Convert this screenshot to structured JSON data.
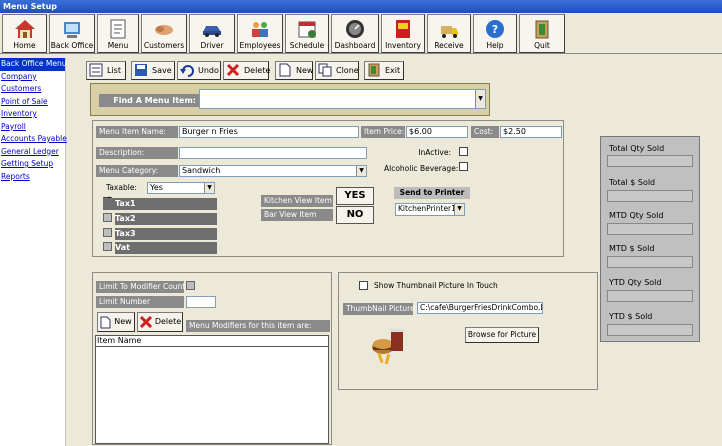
{
  "window": {
    "title": "Menu Setup"
  },
  "toolbar": {
    "buttons": [
      {
        "label": "Home",
        "icon": "home-icon"
      },
      {
        "label": "Back Office",
        "icon": "back-office-icon"
      },
      {
        "label": "Menu",
        "icon": "menu-icon"
      },
      {
        "label": "Customers",
        "icon": "customers-icon"
      },
      {
        "label": "Driver",
        "icon": "driver-icon"
      },
      {
        "label": "Employees",
        "icon": "employees-icon"
      },
      {
        "label": "Schedule",
        "icon": "schedule-icon"
      },
      {
        "label": "Dashboard",
        "icon": "dashboard-icon"
      },
      {
        "label": "Inventory",
        "icon": "inventory-icon"
      },
      {
        "label": "Receive",
        "icon": "receive-icon"
      },
      {
        "label": "Help",
        "icon": "help-icon"
      },
      {
        "label": "Quit",
        "icon": "quit-icon"
      }
    ]
  },
  "sidebar": {
    "items": [
      "Back Office Menu",
      "Company",
      "Customers",
      "Point of Sale",
      "Inventory",
      "Payroll",
      "Accounts Payable",
      "General Ledger",
      "Getting Setup",
      "Reports"
    ]
  },
  "actions": {
    "list": "List",
    "save": "Save",
    "undo": "Undo",
    "delete": "Delete",
    "new": "New",
    "clone": "Clone",
    "exit": "Exit"
  },
  "find": {
    "label": "Find A Menu Item:",
    "value": ""
  },
  "form": {
    "name_label": "Menu Item Name:",
    "name_value": "Burger n Fries",
    "price_label": "Item Price:",
    "price_value": "$6.00",
    "cost_label": "Cost:",
    "cost_value": "$2.50",
    "desc_label": "Description:",
    "desc_value": "",
    "inactive_label": "InActive:",
    "category_label": "Menu Category:",
    "category_value": "Sandwich",
    "alcohol_label": "Alcoholic Beverage:",
    "taxable_label": "Taxable:",
    "taxable_value": "Yes",
    "taxes": [
      "Tax1",
      "Tax2",
      "Tax3",
      "Vat"
    ],
    "kitchen_label": "Kitchen View Item",
    "bar_label": "Bar View Item",
    "yes": "YES",
    "no": "NO",
    "printer_title": "Send to Printer",
    "printer_value": "KitchenPrinter1"
  },
  "modifiers": {
    "limit_label": "Limit To Modifier Count?",
    "limit_number_label": "Limit Number",
    "new": "New",
    "delete": "Delete",
    "caption": "Menu Modifiers for this item are:",
    "column": "Item Name"
  },
  "thumb": {
    "show_label": "Show Thumbnail Picture In Touch",
    "pic_label": "ThumbNail Picture:",
    "pic_value": "C:\\cafe\\BurgerFriesDrinkCombo.br",
    "browse": "Browse for Picture"
  },
  "stats": [
    "Total Qty Sold",
    "Total $ Sold",
    "MTD Qty Sold",
    "MTD $ Sold",
    "YTD Qty Sold",
    "YTD $ Sold"
  ]
}
